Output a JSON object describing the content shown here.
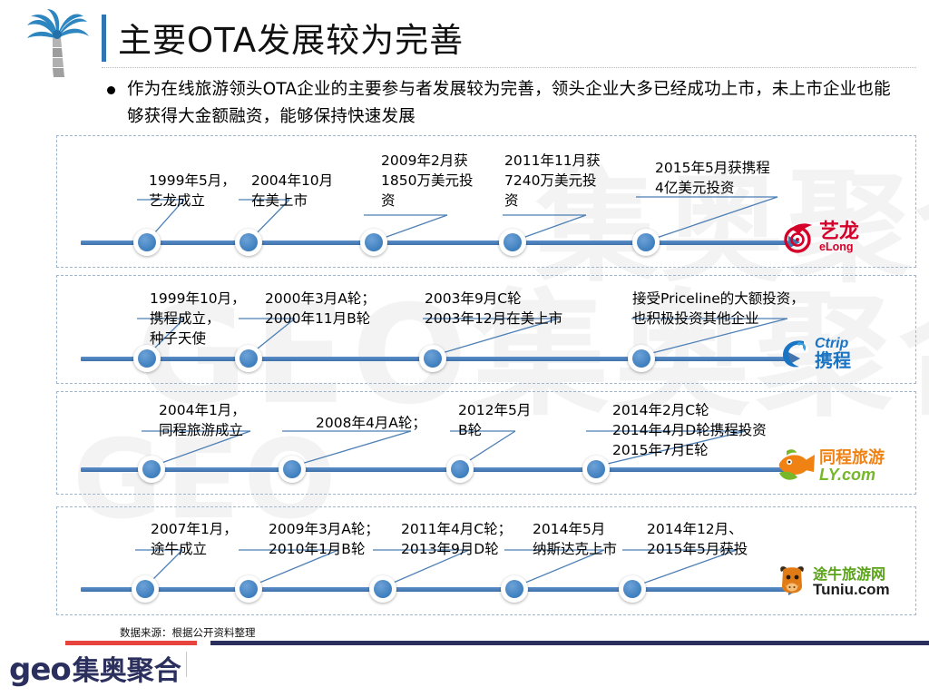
{
  "header": {
    "title": "主要OTA发展较为完善",
    "logo_icon": "palm-tree-icon",
    "bullet": "作为在线旅游领头OTA企业的主要参与者发展较为完善，领头企业大多已经成功上市，未上市企业也能够获得大金额融资，能够保持快速发展"
  },
  "watermark": {
    "line1": "GEO集奥聚合",
    "line2": "集奥聚合",
    "line3": "GEO"
  },
  "colors": {
    "accent_blue": "#3d7ebd",
    "axis_blue": "#4276ad",
    "title_bar": "#2f75b5",
    "footer_red": "#e8443f",
    "footer_navy": "#2b2f5e",
    "elong_red": "#d4002a",
    "ctrip_blue": "#1a74c4",
    "ly_orange": "#f08214",
    "ly_green": "#76b82a",
    "tuniu_green": "#5aa318",
    "row_border": "#9fb6d0"
  },
  "rows": [
    {
      "brand": {
        "name": "eLong",
        "cn": "艺龙",
        "en": "eLong",
        "icon": "elong-logo-icon"
      },
      "events": [
        {
          "lines": [
            "1999年5月，",
            "艺龙成立"
          ]
        },
        {
          "lines": [
            "2004年10月",
            "在美上市"
          ]
        },
        {
          "lines": [
            "2009年2月获",
            "1850万美元投",
            "资"
          ]
        },
        {
          "lines": [
            "2011年11月获",
            "7240万美元投",
            "资"
          ]
        },
        {
          "lines": [
            "2015年5月获携程",
            "4亿美元投资"
          ]
        }
      ]
    },
    {
      "brand": {
        "name": "Ctrip",
        "cn": "携程",
        "en": "Ctrip",
        "icon": "ctrip-logo-icon"
      },
      "events": [
        {
          "lines": [
            "1999年10月，",
            "携程成立，",
            "种子天使"
          ]
        },
        {
          "lines": [
            "2000年3月A轮；",
            "2000年11月B轮"
          ]
        },
        {
          "lines": [
            "2003年9月C轮",
            "2003年12月在美上市"
          ]
        },
        {
          "lines": [
            "接受Priceline的大额投资，",
            "也积极投资其他企业"
          ]
        }
      ]
    },
    {
      "brand": {
        "name": "LY.com",
        "cn": "同程旅游",
        "en": "LY.com",
        "icon": "ly-logo-icon"
      },
      "events": [
        {
          "lines": [
            "2004年1月，",
            "同程旅游成立"
          ]
        },
        {
          "lines": [
            "2008年4月A轮；"
          ]
        },
        {
          "lines": [
            "2012年5月",
            "B轮"
          ]
        },
        {
          "lines": [
            "2014年2月C轮",
            "2014年4月D轮携程投资",
            "2015年7月E轮"
          ]
        }
      ]
    },
    {
      "brand": {
        "name": "Tuniu",
        "cn": "途牛旅游网",
        "en": "Tuniu.com",
        "icon": "tuniu-logo-icon"
      },
      "events": [
        {
          "lines": [
            "2007年1月，",
            "途牛成立"
          ]
        },
        {
          "lines": [
            "2009年3月A轮；",
            "2010年1月B轮"
          ]
        },
        {
          "lines": [
            "2011年4月C轮；",
            "2013年9月D轮"
          ]
        },
        {
          "lines": [
            "2014年5月",
            "纳斯达克上市"
          ]
        },
        {
          "lines": [
            "2014年12月、",
            "2015年5月获投"
          ]
        }
      ]
    }
  ],
  "footer": {
    "source": "数据来源：根据公开资料整理",
    "logo_mark": "geo",
    "logo_cn": "集奥聚合"
  }
}
